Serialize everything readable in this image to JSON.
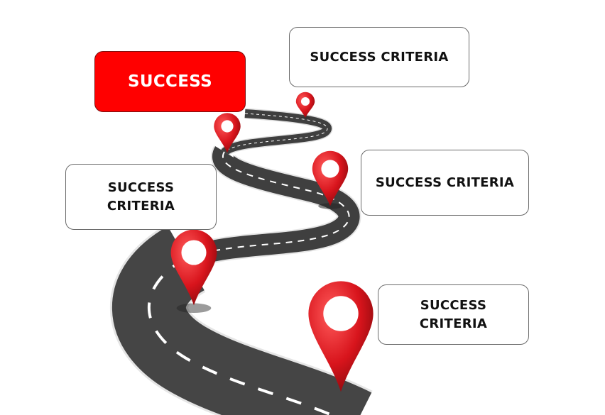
{
  "goal": {
    "label": "SUCCESS",
    "color": "#ff0000"
  },
  "criteria": [
    {
      "label": "SUCCESS CRITERIA"
    },
    {
      "label": "SUCCESS CRITERIA"
    },
    {
      "label": "SUCCESS CRITERIA"
    },
    {
      "label": "SUCCESS CRITERIA"
    }
  ],
  "colors": {
    "road": "#3f3f3f",
    "pin": "#d8141c",
    "marking": "#ffffff"
  },
  "icons": [
    "winding-road",
    "map-pin-icon"
  ]
}
